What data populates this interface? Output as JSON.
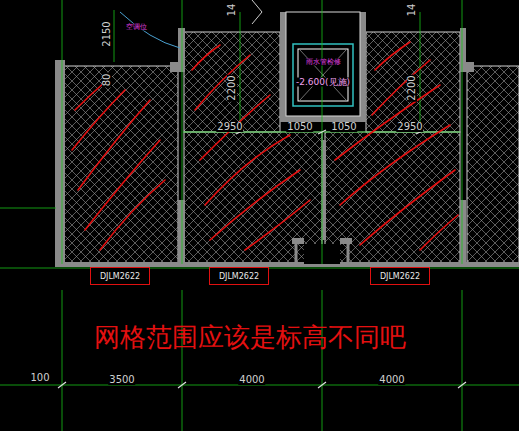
{
  "diagram": {
    "nodes": [
      {
        "text": [
          "DJLM2622"
        ]
      },
      {
        "text": [
          "DJLM2622"
        ]
      },
      {
        "text": [
          "DJLM2622"
        ]
      }
    ],
    "labels": [
      "2150",
      "14",
      "14",
      "空调位",
      "80",
      "2200",
      "2200",
      "雨水管检修",
      "-2.600(见施)",
      "2950",
      "1050",
      "1050",
      "2950",
      "网格范围应该是标高不同吧",
      "100",
      "3500",
      "4000",
      "4000"
    ]
  }
}
